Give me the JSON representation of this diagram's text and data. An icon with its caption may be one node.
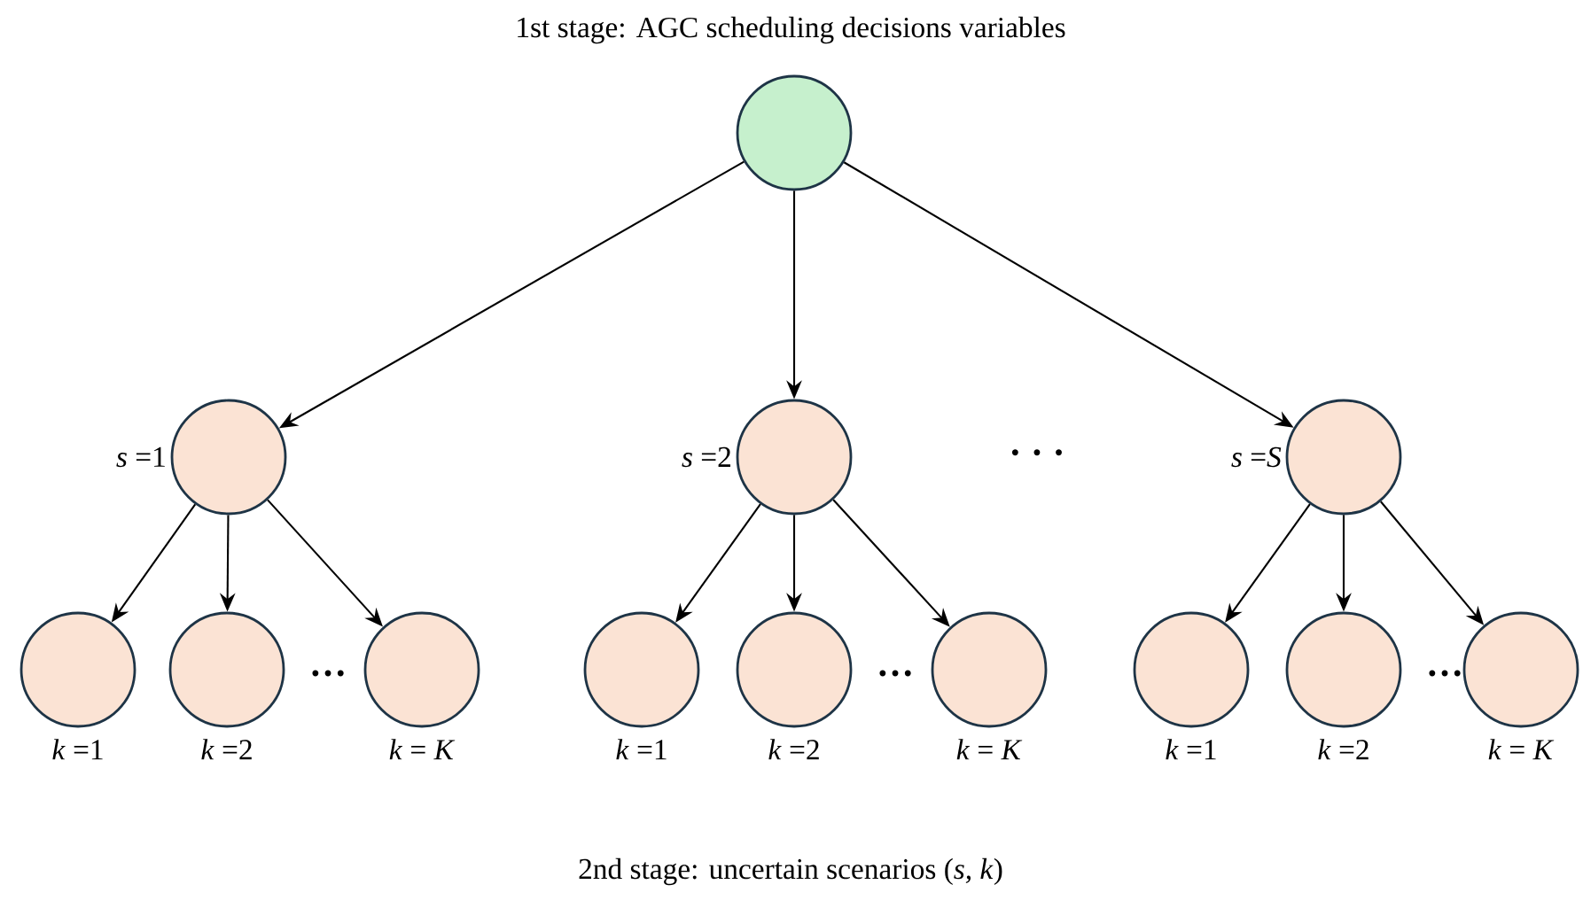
{
  "diagram": {
    "title": "1st stage: AGC scheduling decisions variables",
    "caption": "2nd stage: uncertain scenarios (*s, k*)",
    "nodes": [
      {
        "text": [],
        "shape": "circle"
      },
      {
        "text": [],
        "shape": "circle",
        "beside": [
          "*s* =1"
        ]
      },
      {
        "text": [],
        "shape": "circle",
        "beside": [
          "*s* =2"
        ]
      },
      {
        "text": [],
        "shape": "circle",
        "beside": [
          "*s* =*S*"
        ]
      },
      {
        "text": [],
        "shape": "circle",
        "beside": [
          "*k* =1"
        ]
      },
      {
        "text": [],
        "shape": "circle",
        "beside": [
          "*k* =2"
        ]
      },
      {
        "text": [],
        "shape": "circle",
        "beside": [
          "*k* = *K*"
        ]
      },
      {
        "text": [],
        "shape": "circle",
        "beside": [
          "*k* =1"
        ]
      },
      {
        "text": [],
        "shape": "circle",
        "beside": [
          "*k* =2"
        ]
      },
      {
        "text": [],
        "shape": "circle",
        "beside": [
          "*k* = *K*"
        ]
      },
      {
        "text": [],
        "shape": "circle",
        "beside": [
          "*k* =1"
        ]
      },
      {
        "text": [],
        "shape": "circle",
        "beside": [
          "*k* =2"
        ]
      },
      {
        "text": [],
        "shape": "circle",
        "beside": [
          "*k* = *K*"
        ]
      }
    ],
    "edges": [
      {
        "from": 0,
        "to": 1,
        "arrow": "to"
      },
      {
        "from": 0,
        "to": 2,
        "arrow": "to"
      },
      {
        "from": 0,
        "to": 3,
        "arrow": "to"
      },
      {
        "from": 1,
        "to": 4,
        "arrow": "to"
      },
      {
        "from": 1,
        "to": 5,
        "arrow": "to"
      },
      {
        "from": 1,
        "to": 6,
        "arrow": "to"
      },
      {
        "from": 2,
        "to": 7,
        "arrow": "to"
      },
      {
        "from": 2,
        "to": 8,
        "arrow": "to"
      },
      {
        "from": 2,
        "to": 9,
        "arrow": "to"
      },
      {
        "from": 3,
        "to": 10,
        "arrow": "to"
      },
      {
        "from": 3,
        "to": 11,
        "arrow": "to"
      },
      {
        "from": 3,
        "to": 12,
        "arrow": "to"
      }
    ],
    "labels": [
      "· · ·",
      "…",
      "…",
      "…"
    ]
  }
}
